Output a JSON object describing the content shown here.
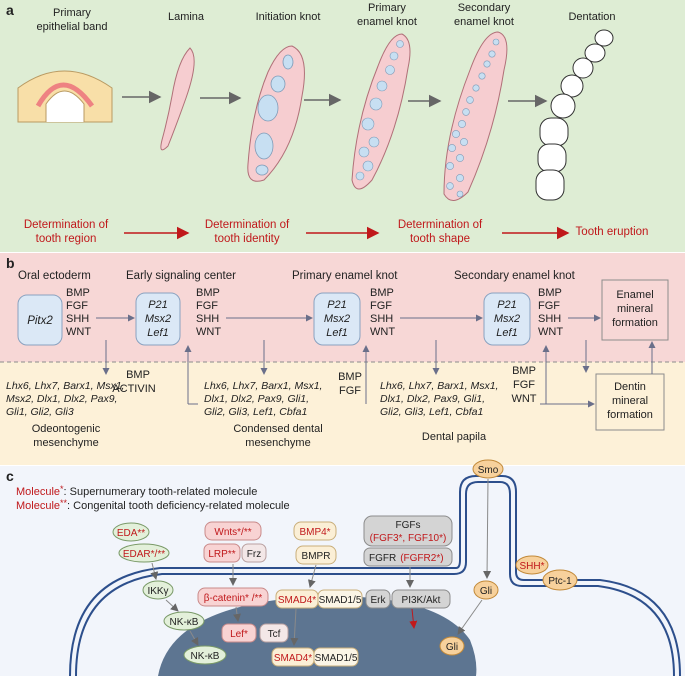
{
  "panel_a": {
    "letter": "a",
    "stages": [
      "Primary",
      "epithelial band",
      "Lamina",
      "Initiation knot",
      "Primary",
      "enamel knot",
      "Secondary",
      "enamel knot",
      "Dentation"
    ],
    "determinations": [
      "Determination of",
      "tooth region",
      "Determination of",
      "tooth identity",
      "Determination of",
      "tooth shape",
      "Tooth eruption"
    ]
  },
  "panel_b": {
    "letter": "b",
    "headers": [
      "Oral ectoderm",
      "Early signaling center",
      "Primary enamel knot",
      "Secondary enamel knot"
    ],
    "box1": "Pitx2",
    "box_genes": [
      "P21",
      "Msx2",
      "Lef1"
    ],
    "signals": [
      "BMP",
      "FGF",
      "SHH",
      "WNT"
    ],
    "enamel": [
      "Enamel",
      "mineral",
      "formation"
    ],
    "dentin": [
      "Dentin",
      "mineral",
      "formation"
    ],
    "mes1": [
      "Lhx6, Lhx7, Barx1, Msx1,",
      "Msx2, Dlx1, Dlx2, Pax9,",
      "Gli1, Gli2, Gli3"
    ],
    "mes1_label": [
      "Odeontogenic",
      "mesenchyme"
    ],
    "sig_mid1": [
      "BMP",
      "ACTIVIN"
    ],
    "mes2": [
      "Lhx6, Lhx7, Barx1, Msx1,",
      "Dlx1, Dlx2, Pax9, Gli1,",
      "Gli2, Gli3, Lef1, Cbfa1"
    ],
    "mes2_label": [
      "Condensed dental",
      "mesenchyme"
    ],
    "sig_mid2": [
      "BMP",
      "FGF"
    ],
    "mes3": [
      "Lhx6, Lhx7, Barx1, Msx1,",
      "Dlx1, Dlx2, Pax9, Gli1,",
      "Gli2, Gli3, Lef1, Cbfa1"
    ],
    "mes3_label": "Dental papila",
    "sig_mid3": [
      "BMP",
      "FGF",
      "WNT"
    ]
  },
  "panel_c": {
    "letter": "c",
    "legend1_mol": "Molecule",
    "legend1_star": "*",
    "legend1_text": ": Supernumerary tooth-related molecule",
    "legend2_mol": "Molecule",
    "legend2_star": "**",
    "legend2_text": ": Congenital tooth deficiency-related molecule",
    "eda": "EDA**",
    "edar": "EDAR*/**",
    "ikk": "IKKγ",
    "nfkb_top": "NK-κB",
    "nfkb_nuc": "NK-κB",
    "wnts": "Wnts*/**",
    "lrp": "LRP**",
    "frz": "Frz",
    "bcat": "β-catenin* /**",
    "lef": "Lef*",
    "tcf": "Tcf",
    "bmp4": "BMP4*",
    "bmpr": "BMPR",
    "smad4": "SMAD4*",
    "smad15": "SMAD1/5",
    "smad4n": "SMAD4*",
    "smad15n": "SMAD1/5",
    "fgfs": "FGFs",
    "fgfs_sub": "(FGF3*, FGF10*)",
    "fgfr": "FGFR",
    "fgfr_sub": "(FGFR2*)",
    "erk": "Erk",
    "pi3k": "PI3K/Akt",
    "smo": "Smo",
    "gli": "Gli",
    "gli_nuc": "Gli",
    "shh": "SHH*",
    "ptc": "Ptc-1"
  }
}
